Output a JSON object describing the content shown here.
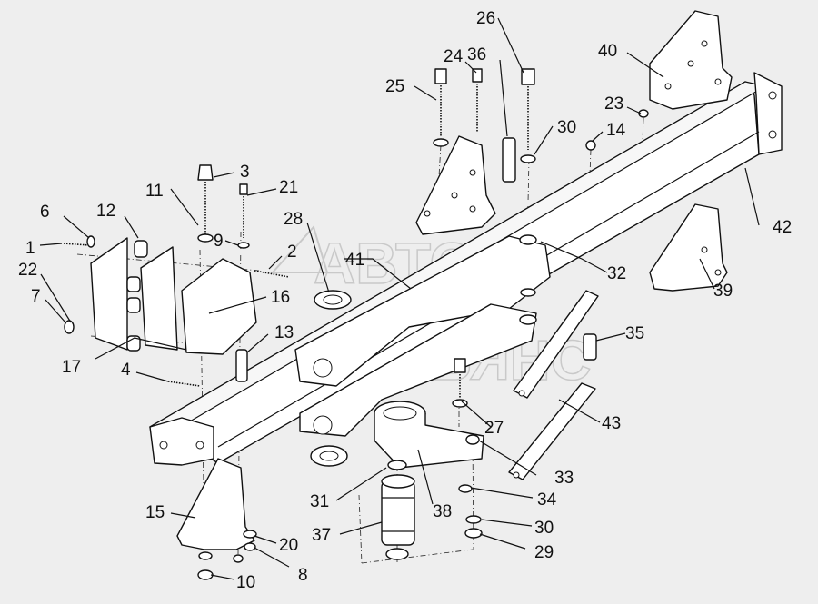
{
  "watermark": {
    "line1": "АВТО",
    "line2": "АЛЬЯНС"
  },
  "callouts": {
    "c1": "1",
    "c2": "2",
    "c3": "3",
    "c4": "4",
    "c6": "6",
    "c7": "7",
    "c8": "8",
    "c9": "9",
    "c10": "10",
    "c11": "11",
    "c12": "12",
    "c13": "13",
    "c14": "14",
    "c15": "15",
    "c16": "16",
    "c17": "17",
    "c20": "20",
    "c21": "21",
    "c22": "22",
    "c23": "23",
    "c24": "24",
    "c25": "25",
    "c26": "26",
    "c27": "27",
    "c28": "28",
    "c29": "29",
    "c30a": "30",
    "c30b": "30",
    "c31": "31",
    "c32": "32",
    "c33": "33",
    "c34": "34",
    "c35": "35",
    "c36": "36",
    "c37": "37",
    "c38": "38",
    "c39": "39",
    "c40": "40",
    "c41": "41",
    "c42": "42",
    "c43": "43"
  },
  "colors": {
    "background": "#eeeeee",
    "line": "#111111",
    "watermark": "#c9c9c9"
  }
}
